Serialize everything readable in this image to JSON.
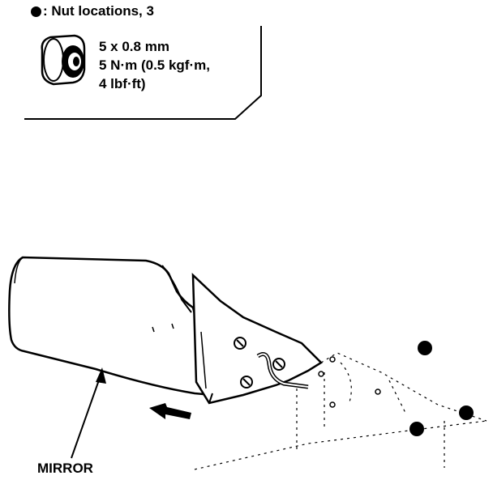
{
  "legend": {
    "title": "Nut locations, 3",
    "marker_icon": "filled-circle-icon"
  },
  "nut_spec": {
    "size": "5 x 0.8 mm",
    "torque_line1": "5 N·m (0.5 kgf·m,",
    "torque_line2": "4 lbf·ft)"
  },
  "labels": {
    "mirror": "MIRROR"
  }
}
